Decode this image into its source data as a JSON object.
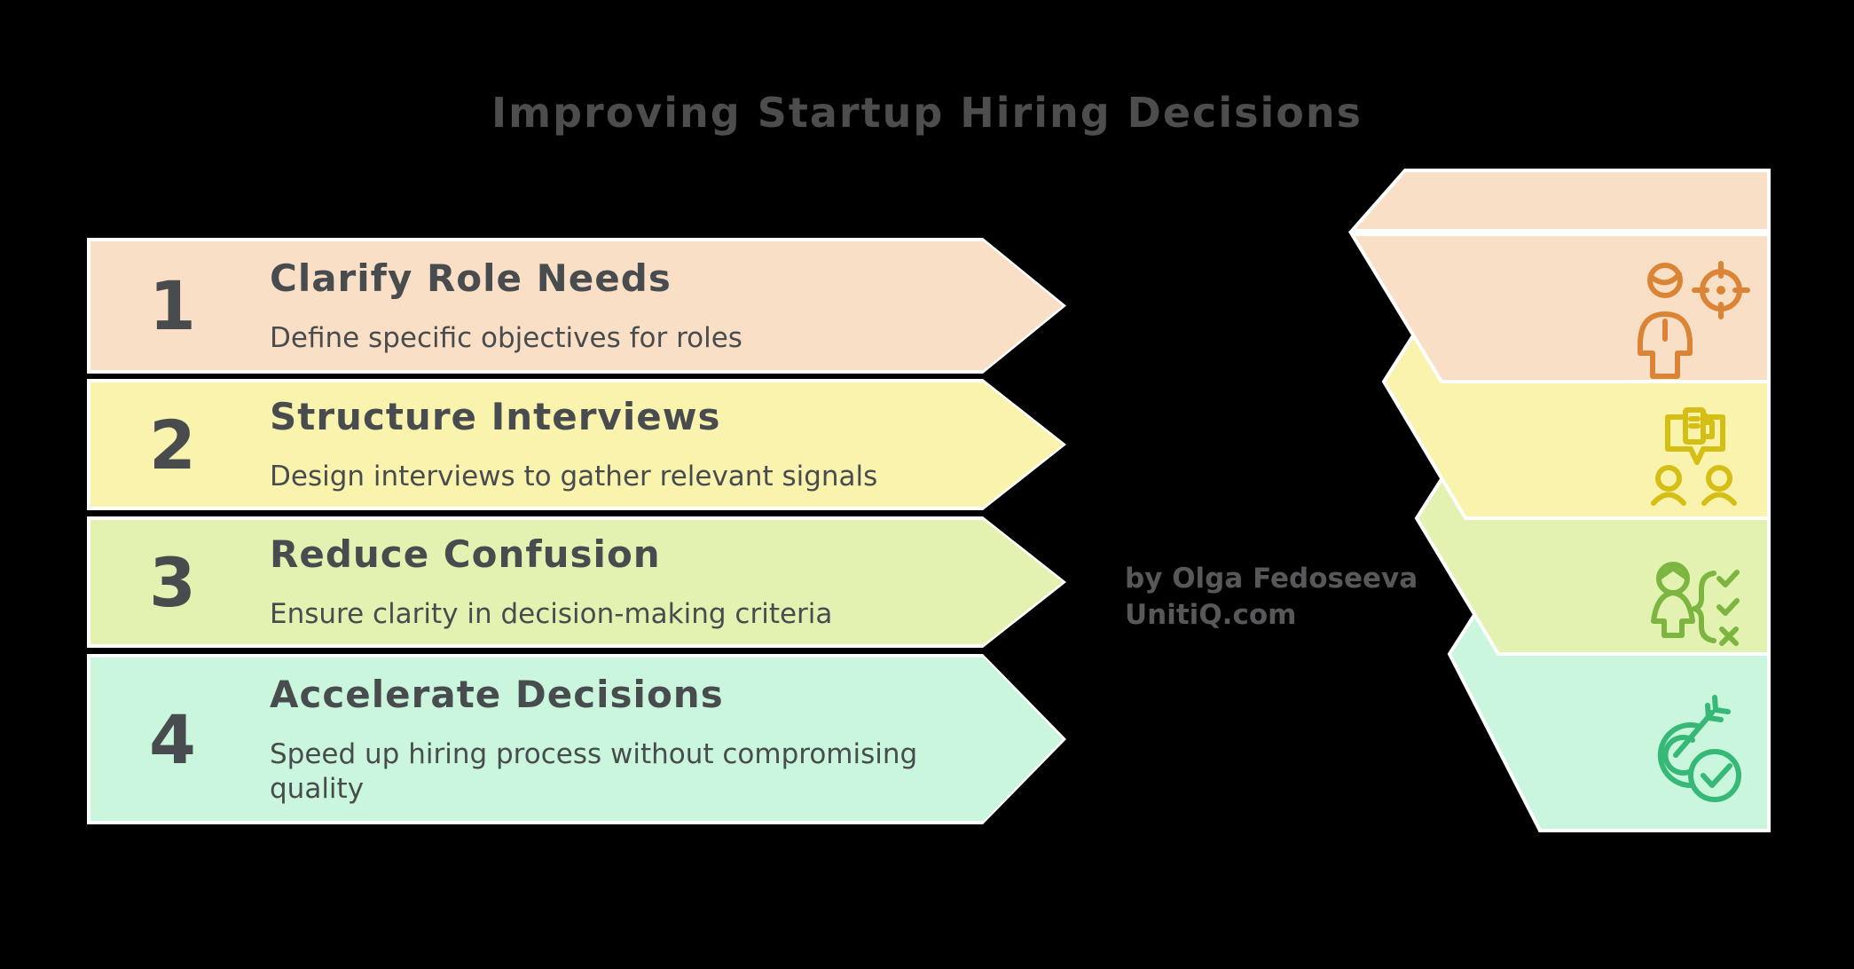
{
  "title": "Improving Startup Hiring Decisions",
  "credit": {
    "line1": "by Olga Fedoseeva",
    "line2": "UnitiQ.com"
  },
  "steps": [
    {
      "number": "1",
      "title": "Clarify Role Needs",
      "description": "Define specific objectives for roles",
      "color": "#FADFC7",
      "icon": "person-target-icon",
      "icon_color": "#DC8435"
    },
    {
      "number": "2",
      "title": "Structure Interviews",
      "description": "Design interviews to gather relevant signals",
      "color": "#FAF3AE",
      "icon": "conversation-document-icon",
      "icon_color": "#D5BF14"
    },
    {
      "number": "3",
      "title": "Reduce Confusion",
      "description": "Ensure clarity in decision-making criteria",
      "color": "#E3F2B0",
      "icon": "person-checklist-icon",
      "icon_color": "#7CB53F"
    },
    {
      "number": "4",
      "title": "Accelerate Decisions",
      "description": "Speed up hiring process without compromising quality",
      "color": "#C9F6DD",
      "icon": "target-check-icon",
      "icon_color": "#36B877"
    }
  ],
  "colors": {
    "background": "#000000",
    "border": "#FFFFFF",
    "title_text": "#4D4D4D",
    "step_text": "#494C4E",
    "credit_text": "#57585A"
  }
}
